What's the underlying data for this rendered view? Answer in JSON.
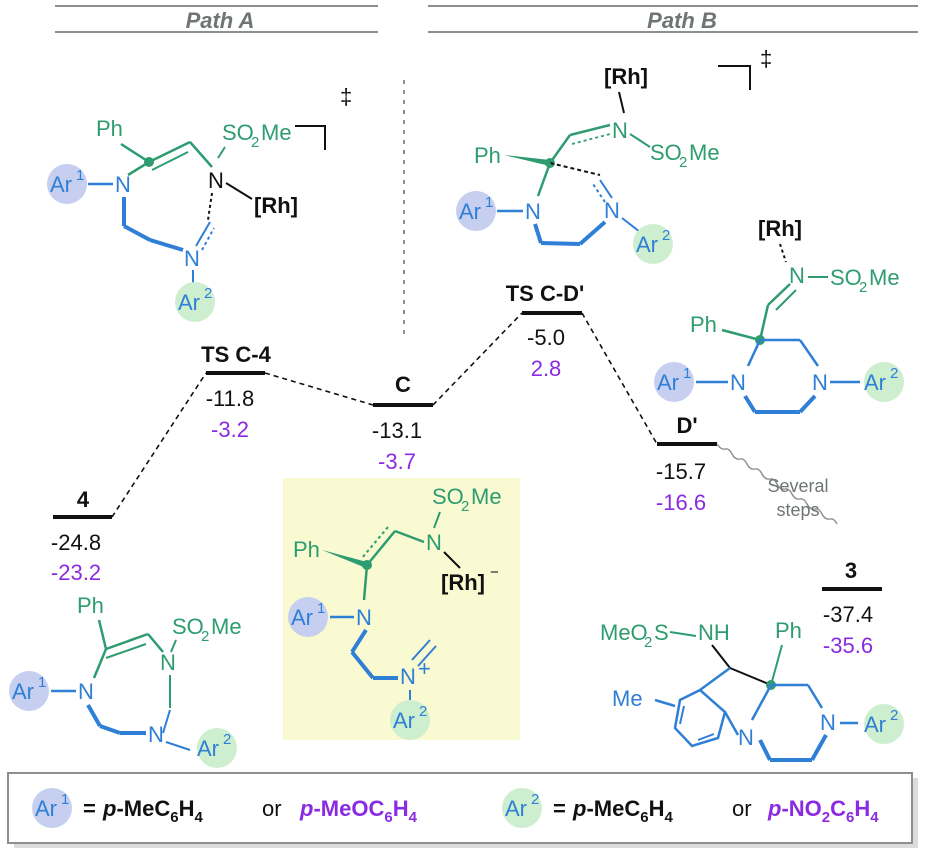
{
  "headers": {
    "path_a": "Path A",
    "path_b": "Path B"
  },
  "dagger": "‡",
  "states": [
    {
      "id": "s4",
      "label": "4",
      "e1": "-24.8",
      "e2": "-23.2"
    },
    {
      "id": "sTS4",
      "label": "TS C-4",
      "e1": "-11.8",
      "e2": "-3.2"
    },
    {
      "id": "sC",
      "label": "C",
      "e1": "-13.1",
      "e2": "-3.7"
    },
    {
      "id": "sTSD",
      "label": "TS C-D'",
      "e1": "-5.0",
      "e2": "2.8"
    },
    {
      "id": "sD",
      "label": "D'",
      "e1": "-15.7",
      "e2": "-16.6"
    },
    {
      "id": "s3",
      "label": "3",
      "e1": "-37.4",
      "e2": "-35.6"
    }
  ],
  "note": {
    "line1": "Several",
    "line2": "steps"
  },
  "chem": {
    "ph": "Ph",
    "so2me_main": "SO",
    "so2me_sub": "2",
    "so2me_tail": "Me",
    "rh": "[Rh]",
    "rh_minus": "−",
    "n": "N",
    "nh": "NH",
    "plus": "+",
    "ar": "Ar",
    "one": "1",
    "two": "2",
    "meo2s_a": "MeO",
    "meo2s_sub": "2",
    "meo2s_b": "S",
    "me": "Me"
  },
  "legend": {
    "ar1_eq": "=",
    "ar1_a": "p",
    "ar1_a_rest": "-MeC",
    "ar1_a_sub": "6",
    "ar1_a_h": "H",
    "ar1_a_sub2": "4",
    "or": "or",
    "ar1_b": "p",
    "ar1_b_rest": "-MeOC",
    "ar1_b_sub": "6",
    "ar1_b_h": "H",
    "ar1_b_sub2": "4",
    "ar2_eq": "=",
    "ar2_a": "p",
    "ar2_a_rest": "-MeC",
    "ar2_a_sub": "6",
    "ar2_a_h": "H",
    "ar2_a_sub2": "4",
    "ar2_b": "p",
    "ar2_b_rest": "-NO",
    "ar2_b_sub": "2",
    "ar2_b_c": "C",
    "ar2_b_sub3": "6",
    "ar2_b_h": "H",
    "ar2_b_sub2": "4"
  },
  "colors": {
    "green": "#2e9c70",
    "blue": "#2f7fd6",
    "purple": "#8a2be2",
    "gray": "#6f7475",
    "ar1_circle": "#c6cff0",
    "ar2_circle": "#cdeecf",
    "highlight": "#fafad2"
  }
}
